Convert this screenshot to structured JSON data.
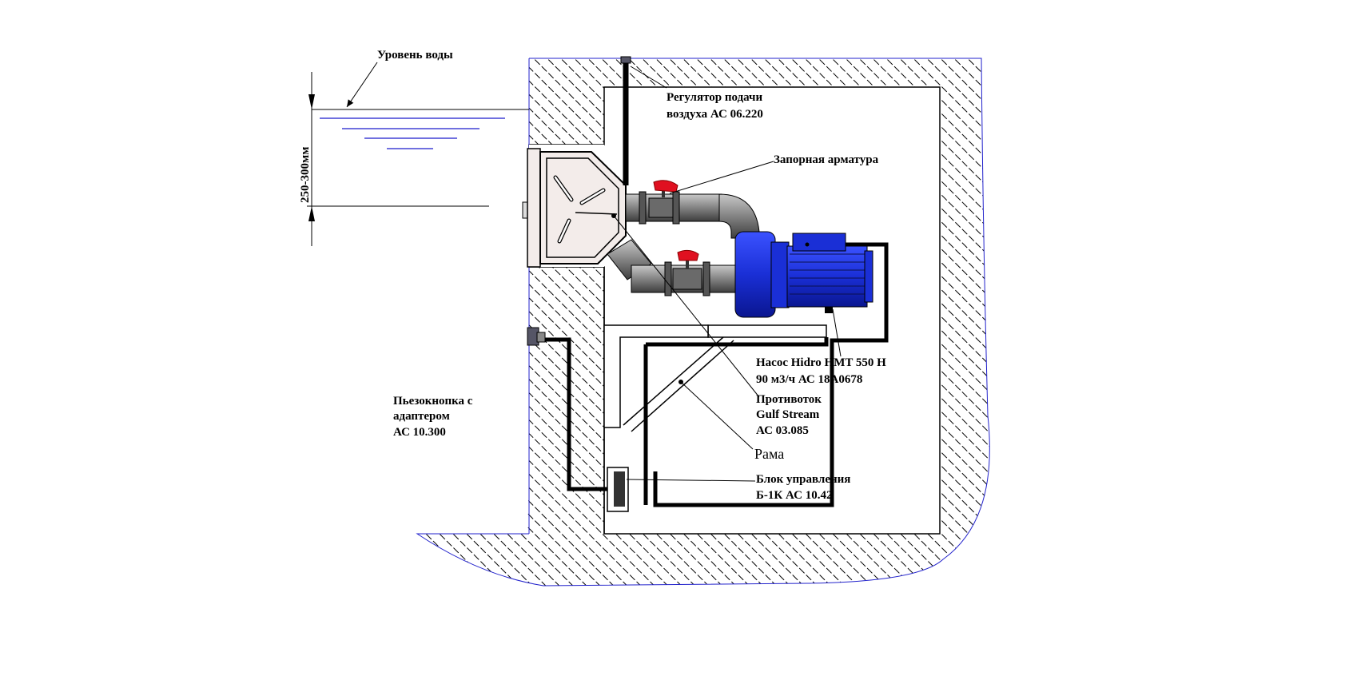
{
  "diagram": {
    "title": "Схема установки противотока Gulf Stream",
    "dimension": {
      "label": "250-300мм"
    },
    "water_level": {
      "label": "Уровень воды"
    },
    "callouts": {
      "air_regulator": {
        "lines": [
          "Регулятор подачи",
          "воздуха АС 06.220"
        ]
      },
      "shutoff_valves": {
        "lines": [
          "Запорная арматура"
        ]
      },
      "pump": {
        "lines": [
          "Насос Hidro HMT 550 H",
          "90 м3/ч АС 18А0678"
        ]
      },
      "counterflow": {
        "lines": [
          "Противоток",
          "Gulf Stream",
          "АС 03.085"
        ]
      },
      "frame": {
        "lines": [
          "Рама"
        ]
      },
      "control_unit": {
        "lines": [
          "Блок управления",
          "Б-1К АС 10.42"
        ]
      },
      "piezo_button": {
        "lines": [
          "Пьезокнопка с",
          "адаптером",
          "АС 10.300"
        ]
      }
    },
    "colors": {
      "hatch": "#000000",
      "wall_border": "#2222cc",
      "water_line": "#1a1acc",
      "pump_blue": "#1a2fd6",
      "pipe_gray": "#8c8c8c",
      "valve_red": "#e01020",
      "panel_fill": "#f3ecea"
    }
  }
}
